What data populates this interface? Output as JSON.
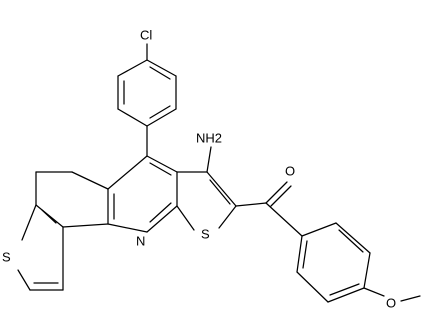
{
  "molecule": {
    "labels": {
      "cl": "Cl",
      "nh2": "NH2",
      "o_carbonyl": "O",
      "s_thiophene": "S",
      "n_ring": "N",
      "s_fused": "S",
      "o_methoxy": "O"
    }
  }
}
